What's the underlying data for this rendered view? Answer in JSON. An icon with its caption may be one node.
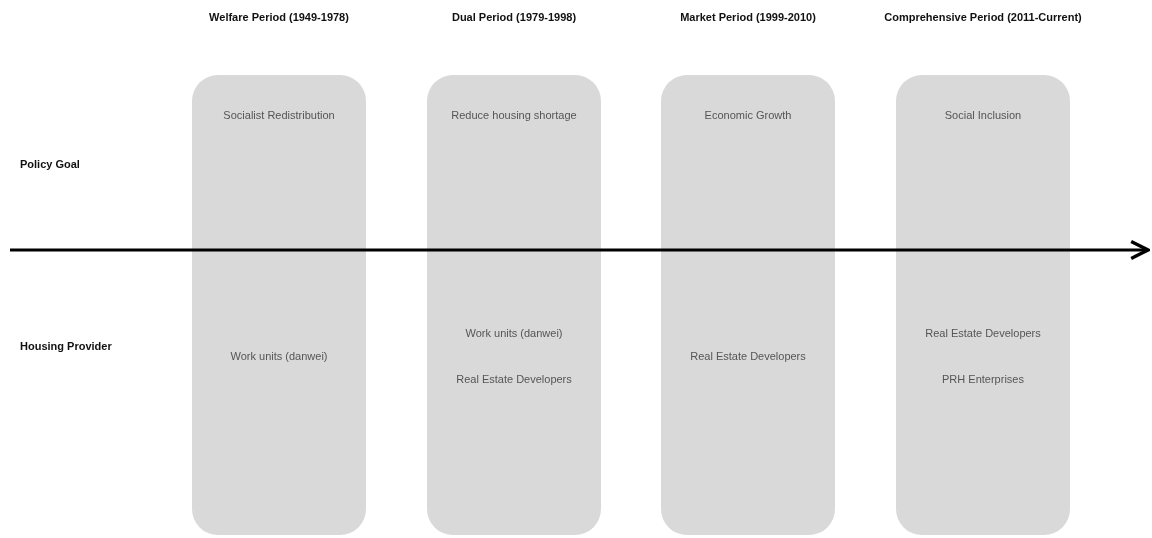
{
  "diagram": {
    "nodes": [
      {
        "text": [
          "Welfare Period (1949-1978)",
          "Socialist Redistribution",
          "Work units (danwei)"
        ]
      },
      {
        "text": [
          "Dual Period (1979-1998)",
          "Reduce housing shortage",
          "Work units (danwei)",
          "Real Estate Developers"
        ]
      },
      {
        "text": [
          "Market Period (1999-2010)",
          "Economic Growth",
          "Real Estate Developers"
        ]
      },
      {
        "text": [
          "Comprehensive Period (2011-Current)",
          "Social Inclusion",
          "Real Estate Developers",
          "PRH Enterprises"
        ]
      }
    ],
    "labels": [
      "Policy Goal",
      "Housing Provider"
    ]
  }
}
